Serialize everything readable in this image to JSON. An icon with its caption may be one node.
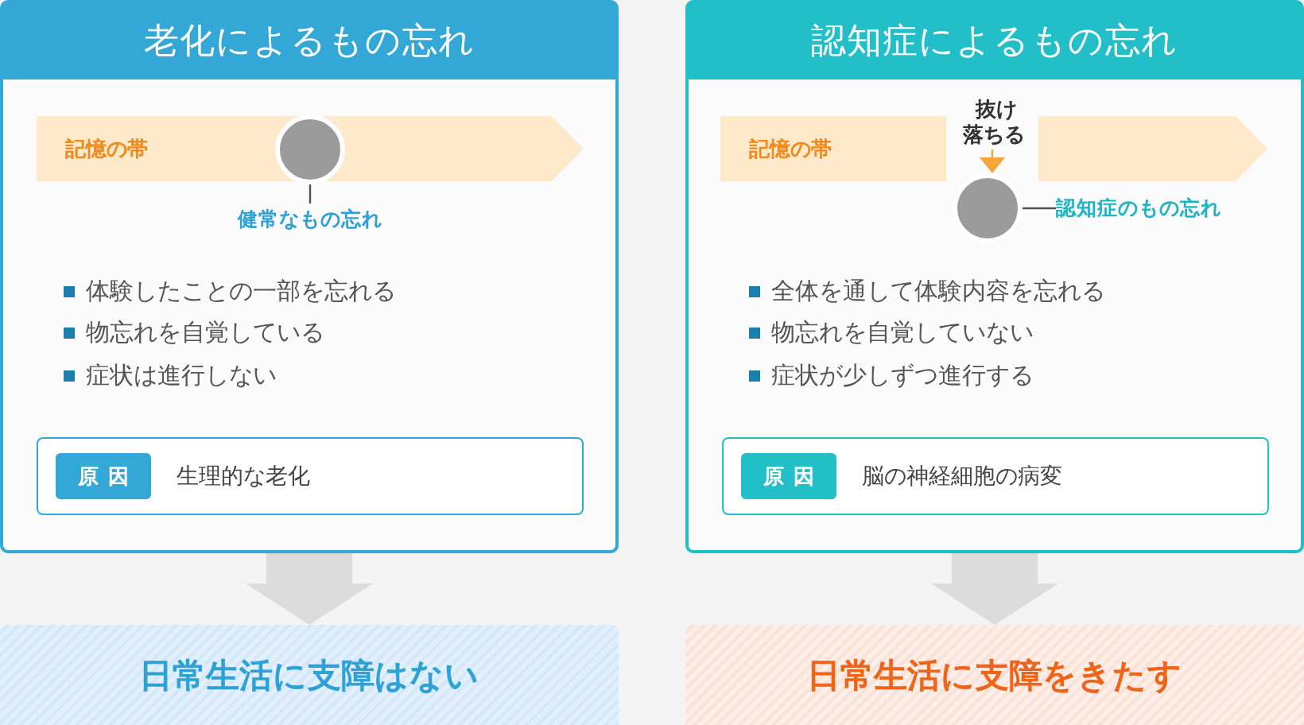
{
  "diagram": {
    "nodes": [
      {
        "text": [
          "老化によるもの忘れ",
          "体験したことの一部を忘れる",
          "物忘れを自覚している",
          "症状は進行しない"
        ]
      },
      {
        "text": [
          "記憶の帯"
        ],
        "in": 0
      },
      {
        "text": [],
        "shape": "circle",
        "in": 1
      },
      {
        "text": [
          "健常なもの忘れ"
        ],
        "in": 0
      },
      {
        "text": [
          "生理的な老化"
        ],
        "in": 0
      },
      {
        "text": [
          "原因"
        ],
        "in": 4
      },
      {
        "text": [
          "日常生活に支障はない"
        ]
      },
      {
        "text": [
          "認知症によるもの忘れ",
          "全体を通して体験内容を忘れる",
          "物忘れを自覚していない",
          "症状が少しずつ進行する"
        ]
      },
      {
        "text": [
          "記憶の帯"
        ],
        "in": 7
      },
      {
        "text": [
          "抜け落ちる"
        ],
        "in": 7
      },
      {
        "text": [],
        "shape": "circle",
        "in": 7
      },
      {
        "text": [
          "認知症のもの忘れ"
        ],
        "in": 7
      },
      {
        "text": [
          "脳の神経細胞の病変"
        ],
        "in": 7
      },
      {
        "text": [
          "原因"
        ],
        "in": 12
      },
      {
        "text": [
          "日常生活に支障をきたす"
        ]
      }
    ],
    "edges": [
      {
        "from": 3,
        "to": 2,
        "arrow": "none"
      },
      {
        "from": 0,
        "to": 6,
        "arrow": "to",
        "style": "thick",
        "color": "#dcdcdc"
      },
      {
        "from": 9,
        "to": 10,
        "arrow": "to",
        "color": "#f5a53a"
      },
      {
        "from": 11,
        "to": 10,
        "arrow": "none"
      },
      {
        "from": 7,
        "to": 14,
        "arrow": "to",
        "style": "thick",
        "color": "#dcdcdc"
      }
    ]
  }
}
